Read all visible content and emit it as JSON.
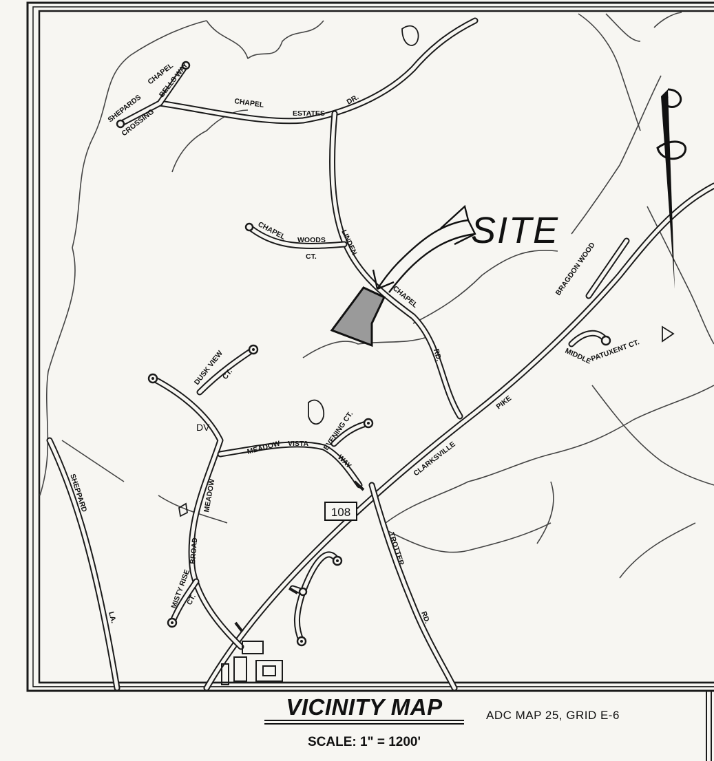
{
  "map": {
    "site_label": "SITE",
    "route_shield": "108",
    "roads": {
      "shepards": "SHEPARDS",
      "crossing": "CROSSING",
      "chapel_nw": "CHAPEL",
      "bells_way": "BELLS WAY",
      "chapel_estates": "CHAPEL",
      "estates": "ESTATES",
      "dr": "DR.",
      "chapel_woods": "CHAPEL",
      "woods": "WOODS",
      "woods_ct": "CT.",
      "linden": "LINDEN",
      "chapel_rd": "CHAPEL",
      "chapel_rd_rd": "RD.",
      "bragdon_wood": "BRAGDON WOOD",
      "middle": "MIDDLE",
      "patuxent_ct": "PATUXENT CT.",
      "pike": "PIKE",
      "clarksville": "CLARKSVILLE",
      "dusk_view": "DUSK VIEW",
      "dusk_ct": "CT.",
      "dv": "DV",
      "meadow_vista": "MEADOW",
      "vista": "VISTA",
      "evening_ct": "EVENING CT.",
      "way": "WAY",
      "sheppard": "SHEPPARD",
      "sheppard_la": "LA.",
      "broad": "BROAD",
      "meadow": "MEADOW",
      "trotter": "TROTTER",
      "trotter_rd": "RD.",
      "misty_rise": "MISTY RISE",
      "misty_ct": "CT."
    }
  },
  "footer": {
    "title": "VICINITY MAP",
    "scale": "SCALE:  1\"  =  1200'",
    "adc_reference": "ADC MAP 25, GRID E-6"
  },
  "colors": {
    "ink": "#1a1a1a",
    "paper": "#f7f6f2",
    "site_fill": "#9a9a9a"
  }
}
